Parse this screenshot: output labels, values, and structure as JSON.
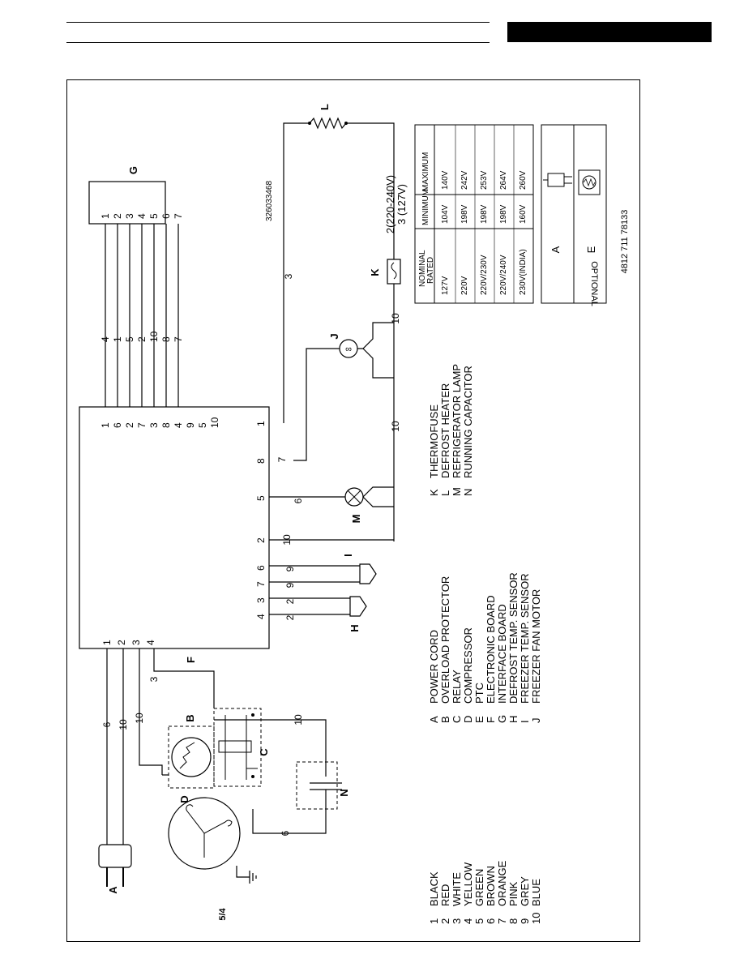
{
  "header": {
    "rule_color": "#000000",
    "bar_color": "#000000"
  },
  "diagram": {
    "drawing_number": "326033468",
    "part_number": "4812 711 78133",
    "supply_label_1": "2(220-240V)",
    "supply_label_2": "3 (127V)",
    "labels": {
      "A": "A",
      "B": "B",
      "C": "C",
      "D": "D",
      "F": "F",
      "G": "G",
      "H": "H",
      "I": "I",
      "J": "J",
      "K": "K",
      "L": "L",
      "M": "M",
      "N": "N",
      "ground": "5/4"
    },
    "board_f_top_pins": [
      "1",
      "2",
      "3",
      "4"
    ],
    "board_f_bottom_pins": [
      "4",
      "3",
      "7",
      "6",
      "2",
      "5",
      "8",
      "1"
    ],
    "board_f_right_pins": [
      "1",
      "6",
      "2",
      "7",
      "3",
      "8",
      "4",
      "9",
      "5",
      "10"
    ],
    "board_g_pins": [
      "1",
      "2",
      "3",
      "4",
      "5",
      "6",
      "7"
    ],
    "bus_wire_colors": [
      "4",
      "1",
      "5",
      "2",
      "10",
      "8",
      "7"
    ],
    "wire_numbers": {
      "cord_a": "6",
      "cord_b": "10",
      "cord_c": "10",
      "relay": "3",
      "cap_top": "10",
      "cap_bottom": "6",
      "sensor_h_1": "2",
      "sensor_h_2": "2",
      "sensor_i_1": "9",
      "sensor_i_2": "9",
      "lamp_m_in": "10",
      "lamp_m_out": "6",
      "fan_j": "7",
      "common": "10",
      "thermofuse_in": "10",
      "heater": "3"
    }
  },
  "color_codes": [
    {
      "num": "1",
      "name": "BLACK"
    },
    {
      "num": "2",
      "name": "RED"
    },
    {
      "num": "3",
      "name": "WHITE"
    },
    {
      "num": "4",
      "name": "YELLOW"
    },
    {
      "num": "5",
      "name": "GREEN"
    },
    {
      "num": "6",
      "name": "BROWN"
    },
    {
      "num": "7",
      "name": "ORANGE"
    },
    {
      "num": "8",
      "name": "PINK"
    },
    {
      "num": "9",
      "name": "GREY"
    },
    {
      "num": "10",
      "name": "BLUE"
    }
  ],
  "legend_1": [
    {
      "key": "A",
      "name": "POWER CORD"
    },
    {
      "key": "B",
      "name": "OVERLOAD PROTECTOR"
    },
    {
      "key": "C",
      "name": "RELAY"
    },
    {
      "key": "D",
      "name": "COMPRESSOR"
    },
    {
      "key": "E",
      "name": "PTC"
    },
    {
      "key": "F",
      "name": "ELECTRONIC BOARD"
    },
    {
      "key": "G",
      "name": "INTERFACE BOARD"
    },
    {
      "key": "H",
      "name": "DEFROST TEMP. SENSOR"
    },
    {
      "key": "I",
      "name": "FREEZER TEMP. SENSOR"
    },
    {
      "key": "J",
      "name": "FREEZER FAN MOTOR"
    }
  ],
  "legend_2": [
    {
      "key": "K",
      "name": "THERMOFUSE"
    },
    {
      "key": "L",
      "name": "DEFROST HEATER"
    },
    {
      "key": "M",
      "name": "REFRIGERATOR LAMP"
    },
    {
      "key": "N",
      "name": "RUNNING CAPACITOR"
    }
  ],
  "voltage_table": {
    "headers": [
      "NOMINAL RATED",
      "MINIMUM",
      "MAXIMUM"
    ],
    "header_nominal_1": "NOMINAL",
    "header_nominal_2": "RATED",
    "rows": [
      [
        "127V",
        "104V",
        "140V"
      ],
      [
        "220V",
        "198V",
        "242V"
      ],
      [
        "220V/230V",
        "198V",
        "253V"
      ],
      [
        "220V/240V",
        "198V",
        "264V"
      ],
      [
        "230V(INDIA)",
        "160V",
        "260V"
      ]
    ]
  },
  "optional_box": {
    "title": "OPTIONAL",
    "label_a": "A",
    "label_e": "E"
  }
}
